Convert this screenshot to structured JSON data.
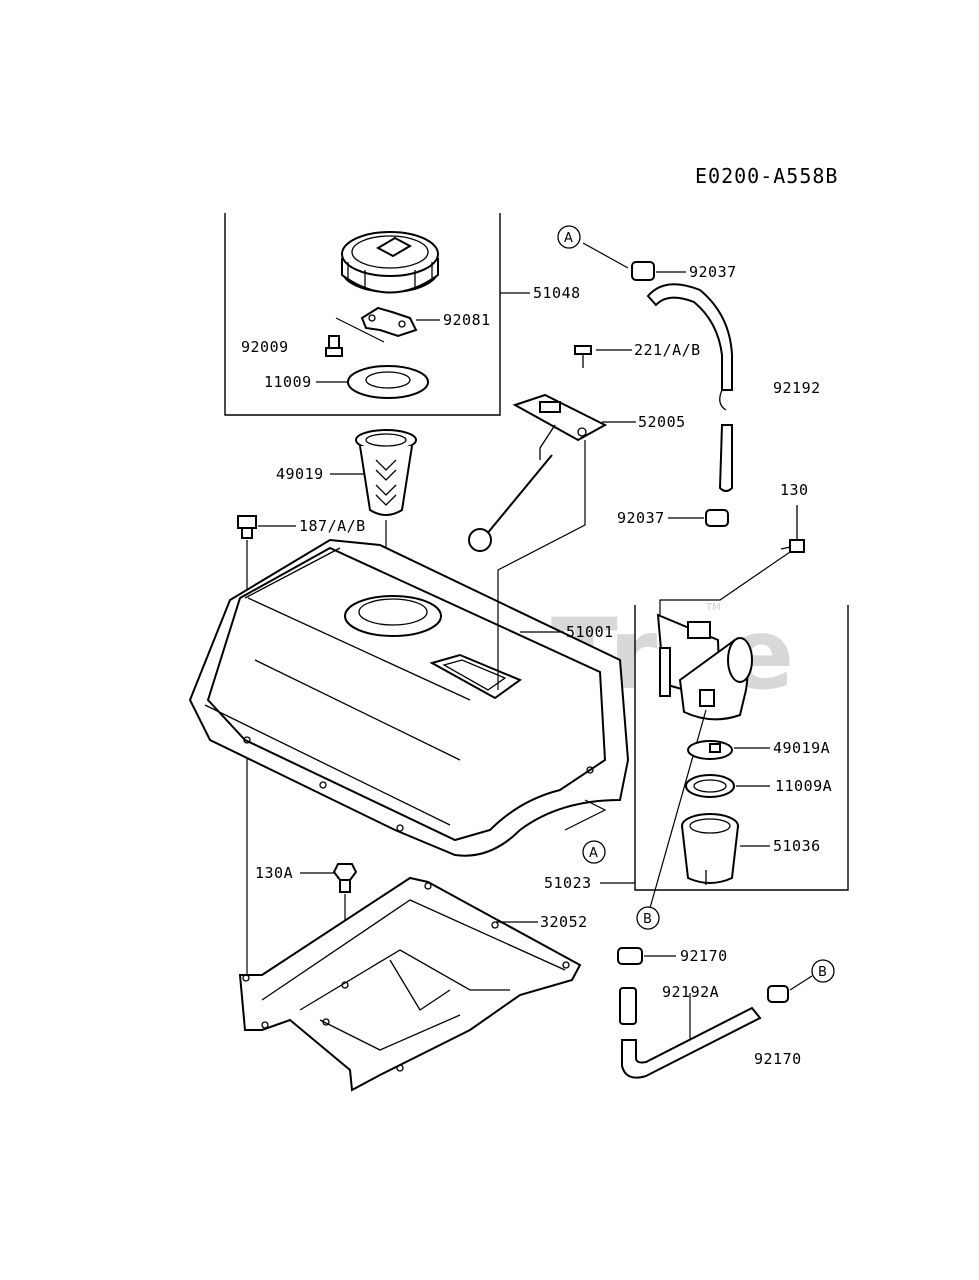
{
  "diagram": {
    "code": "E0200-A558B",
    "watermark": "PartsTree",
    "watermark_tm": "TM",
    "refs": {
      "A": "A",
      "B": "B"
    },
    "parts": {
      "p51048": "51048",
      "p92081": "92081",
      "p92009": "92009",
      "p11009": "11009",
      "p49019": "49019",
      "p187": "187/A/B",
      "p51001": "51001",
      "p221": "221/A/B",
      "p52005": "52005",
      "p92037a": "92037",
      "p92037b": "92037",
      "p92192": "92192",
      "p130": "130",
      "p49019A": "49019A",
      "p11009A": "11009A",
      "p51036": "51036",
      "p51023": "51023",
      "p130A": "130A",
      "p32052": "32052",
      "p92170a": "92170",
      "p92170b": "92170",
      "p92192A": "92192A"
    }
  }
}
